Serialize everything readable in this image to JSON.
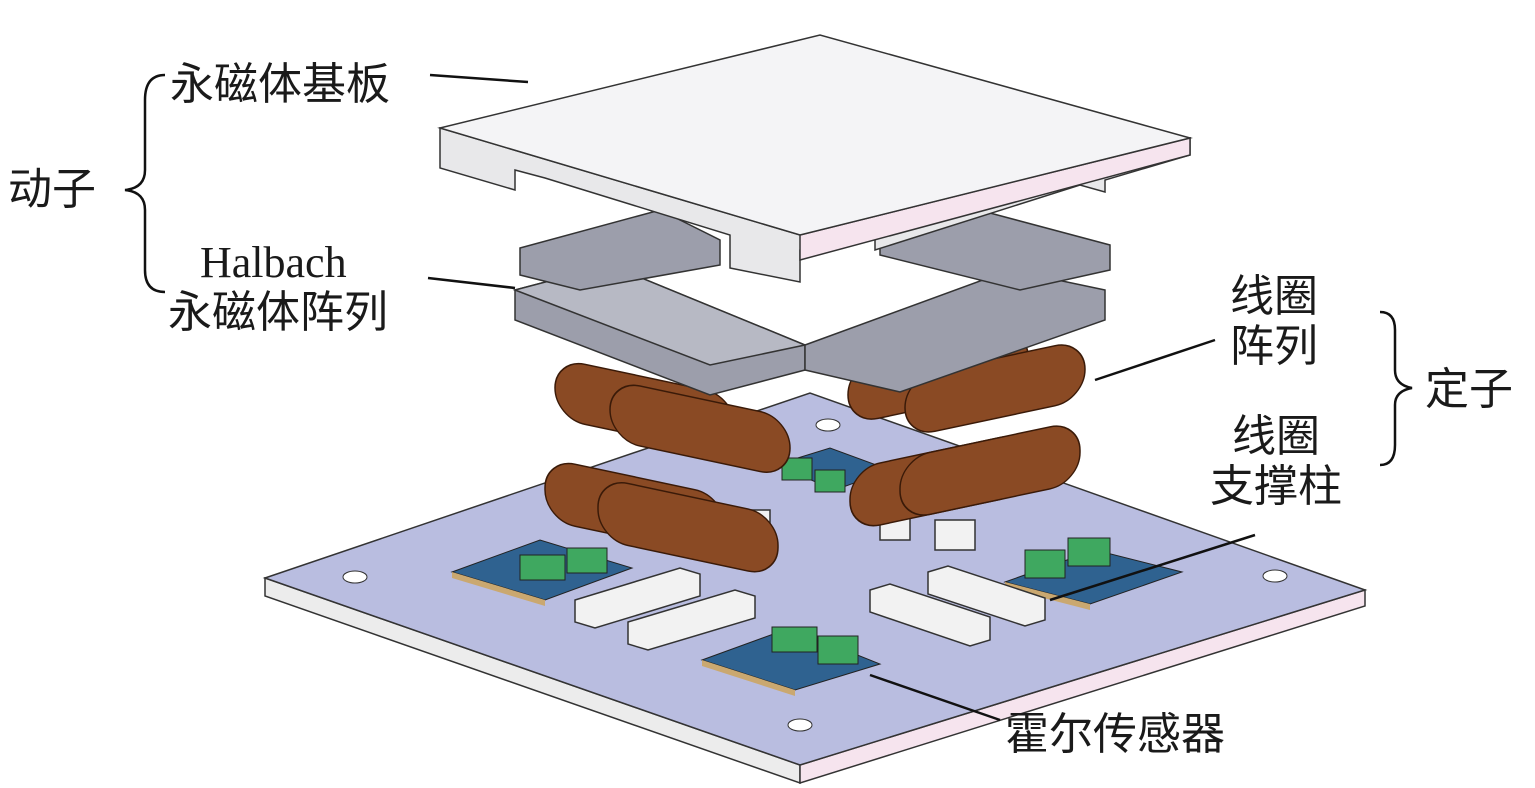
{
  "labels": {
    "substrate": "永磁体基板",
    "mover": "动子",
    "halbach_en": "Halbach",
    "halbach_cn": "永磁体阵列",
    "coil_array_1": "线圈",
    "coil_array_2": "阵列",
    "stator": "定子",
    "coil_support_1": "线圈",
    "coil_support_2": "支撑柱",
    "hall_sensor": "霍尔传感器"
  },
  "colors": {
    "base_plate_top": "#b9bde0",
    "substrate_top": "#f3f3f5",
    "magnet": "#9c9eab",
    "coil": "#8a4a24",
    "sensor_board": "#2f6290",
    "connector": "#3fa860",
    "support_post": "#f2f2f2"
  }
}
